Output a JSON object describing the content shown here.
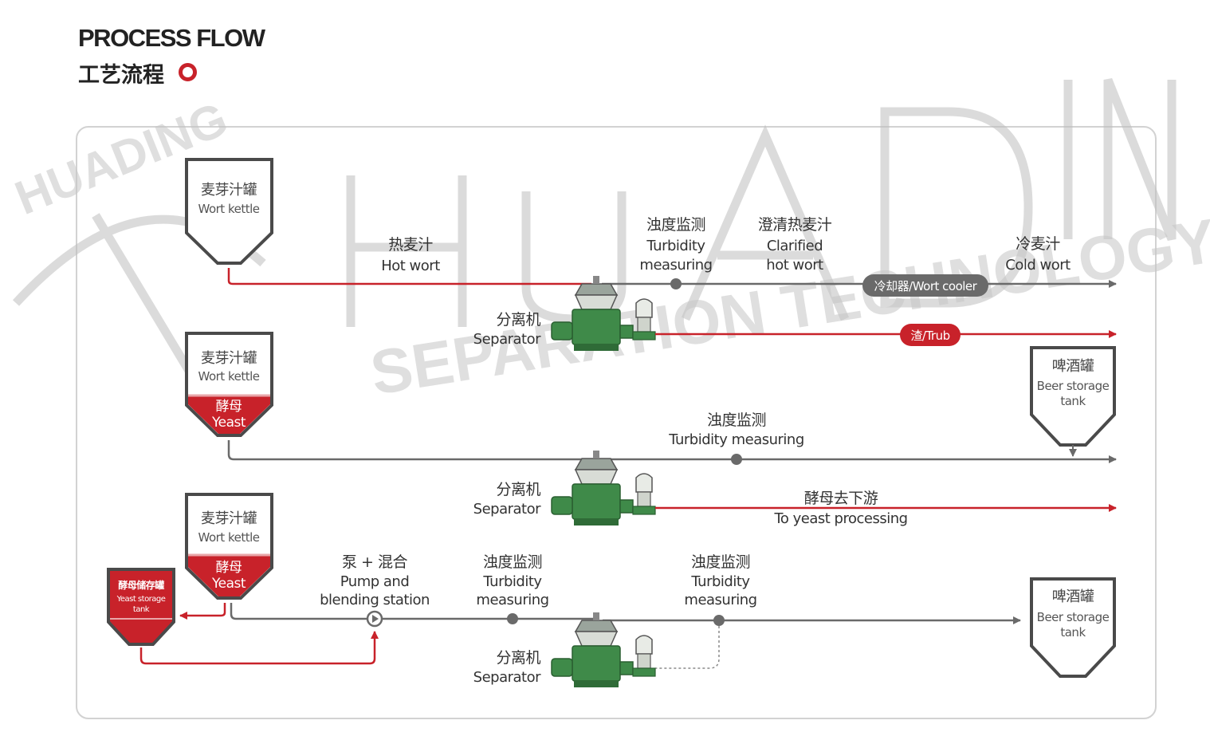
{
  "header": {
    "title": "PROCESS FLOW",
    "subtitle_cn": "工艺流程"
  },
  "watermark": {
    "brand": "HUADING",
    "tagline": "SEPARATION TECHNOLOGY",
    "arc": "HUADING"
  },
  "colors": {
    "red": "#c8222a",
    "gray": "#6a6a6a",
    "tank_border": "#4a4a4a"
  },
  "row1": {
    "tank": {
      "cn": "麦芽汁罐",
      "en": "Wort kettle"
    },
    "hot_wort": {
      "cn": "热麦汁",
      "en": "Hot wort"
    },
    "turbidity": {
      "cn": "浊度监测",
      "en1": "Turbidity",
      "en2": "measuring"
    },
    "clarified": {
      "cn": "澄清热麦汁",
      "en1": "Clarified",
      "en2": "hot wort"
    },
    "cold_wort": {
      "cn": "冷麦汁",
      "en": "Cold wort"
    },
    "cooler": "冷却器/Wort cooler",
    "separator": {
      "cn": "分离机",
      "en": "Separator"
    },
    "trub": "渣/Trub"
  },
  "row2": {
    "tank": {
      "cn": "麦芽汁罐",
      "en": "Wort kettle",
      "yeast_cn": "酵母",
      "yeast_en": "Yeast"
    },
    "beer_tank": {
      "cn": "啤酒罐",
      "en1": "Beer storage",
      "en2": "tank"
    },
    "turbidity": {
      "cn": "浊度监测",
      "en": "Turbidity measuring"
    },
    "separator": {
      "cn": "分离机",
      "en": "Separator"
    },
    "yeast_out": {
      "cn": "酵母去下游",
      "en": "To yeast processing"
    }
  },
  "row3": {
    "tank": {
      "cn": "麦芽汁罐",
      "en": "Wort kettle",
      "yeast_cn": "酵母",
      "yeast_en": "Yeast"
    },
    "yeast_tank": {
      "cn": "酵母储存罐",
      "en1": "Yeast storage",
      "en2": "tank"
    },
    "pump": {
      "cn": "泵 + 混合",
      "en1": "Pump and",
      "en2": "blending station"
    },
    "turbidity1": {
      "cn": "浊度监测",
      "en1": "Turbidity",
      "en2": "measuring"
    },
    "turbidity2": {
      "cn": "浊度监测",
      "en1": "Turbidity",
      "en2": "measuring"
    },
    "separator": {
      "cn": "分离机",
      "en": "Separator"
    },
    "beer_tank": {
      "cn": "啤酒罐",
      "en1": "Beer storage",
      "en2": "tank"
    }
  }
}
